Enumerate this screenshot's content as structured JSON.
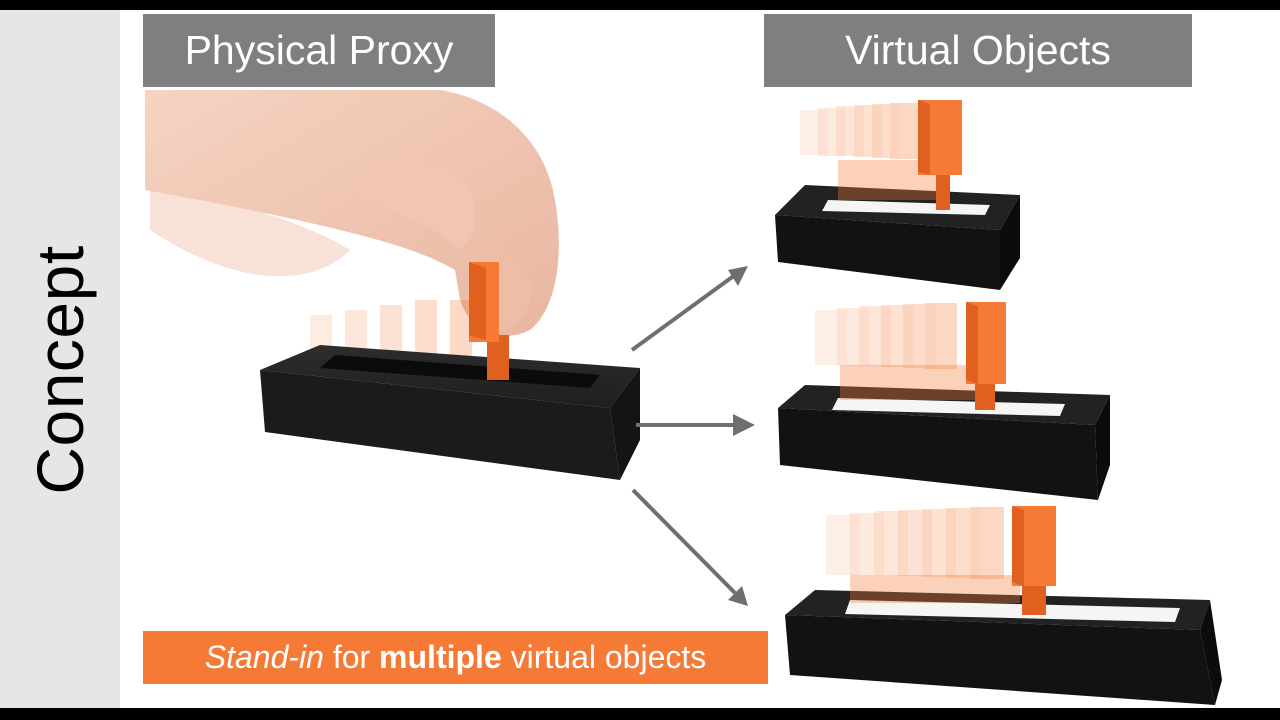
{
  "sidebar": {
    "title": "Concept"
  },
  "headers": {
    "left": "Physical Proxy",
    "right": "Virtual Objects"
  },
  "caption": {
    "part1": "Stand-in",
    "part2": " for ",
    "part3": "multiple",
    "part4": " virtual objects"
  },
  "colors": {
    "accent_orange": "#f47a36",
    "header_gray": "#7f7f7f",
    "sidebar_gray": "#e6e6e6",
    "proxy_black": "#1b1b1b"
  },
  "icons": [
    "hand-illustration",
    "slider-proxy-base",
    "arrow-icon"
  ]
}
